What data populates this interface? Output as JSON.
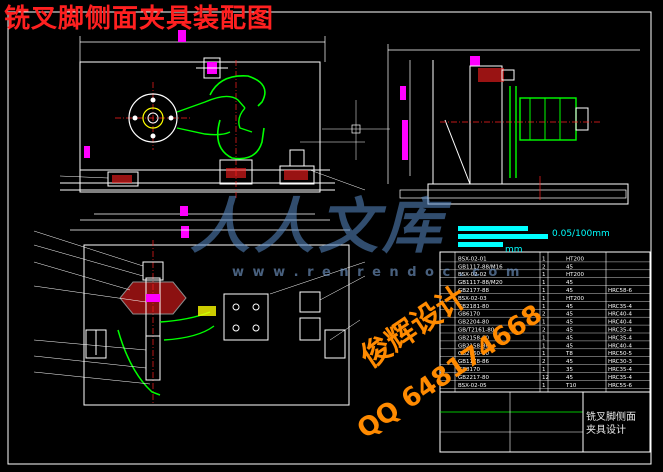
{
  "drawing": {
    "title": "铣叉脚侧面夹具装配图"
  },
  "notes": {
    "line1": "0.05/100mm",
    "line2": "mm"
  },
  "bom": {
    "rows": [
      {
        "code": "BSX-02-01",
        "qty": "1",
        "material": "HT200",
        "extra": ""
      },
      {
        "code": "GB1117-88/M16",
        "qty": "2",
        "material": "45",
        "extra": ""
      },
      {
        "code": "BSX-02-02",
        "qty": "1",
        "material": "HT200",
        "extra": ""
      },
      {
        "code": "GB1117-88/M20",
        "qty": "1",
        "material": "45",
        "extra": ""
      },
      {
        "code": "GB2177-88",
        "qty": "1",
        "material": "45",
        "extra": "HRC58-6"
      },
      {
        "code": "BSX-02-03",
        "qty": "1",
        "material": "HT200",
        "extra": ""
      },
      {
        "code": "GB2181-80",
        "qty": "1",
        "material": "45",
        "extra": "HRC35-4"
      },
      {
        "code": "GB6170",
        "qty": "2",
        "material": "45",
        "extra": "HRC40-4"
      },
      {
        "code": "GB2204-80",
        "qty": "1",
        "material": "45",
        "extra": "HRC40-4"
      },
      {
        "code": "GB/T2161-80",
        "qty": "2",
        "material": "45",
        "extra": "HRC35-4"
      },
      {
        "code": "GB2158-80",
        "qty": "1",
        "material": "45",
        "extra": "HRC35-4"
      },
      {
        "code": "GB2158-80",
        "qty": "1",
        "material": "45",
        "extra": "HRC40-4"
      },
      {
        "code": "GB2160-80",
        "qty": "1",
        "material": "T8",
        "extra": "HRC50-5"
      },
      {
        "code": "GB1178-86",
        "qty": "2",
        "material": "45",
        "extra": "HRC30-3"
      },
      {
        "code": "GB8170",
        "qty": "1",
        "material": "35",
        "extra": "HRC35-4"
      },
      {
        "code": "GB2217-80",
        "qty": "12",
        "material": "45",
        "extra": "HRC35-4"
      },
      {
        "code": "BSX-02-05",
        "qty": "1",
        "material": "T10",
        "extra": "HRC55-6"
      }
    ]
  },
  "title_block": {
    "name_line1": "铣叉脚侧面",
    "name_line2": "夹具设计"
  },
  "watermarks": {
    "brand": "人人文库",
    "site": "w w w . r e n r e n d o c . c o m",
    "designer": "俊辉设计",
    "qq": "QQ 648174668"
  },
  "colors": {
    "outline": "#ffffff",
    "magenta": "#ff00ff",
    "green": "#00ff00",
    "cyan": "#00ffff",
    "yellow": "#ffff00",
    "red": "#ff2020",
    "blue": "#3030ff"
  }
}
